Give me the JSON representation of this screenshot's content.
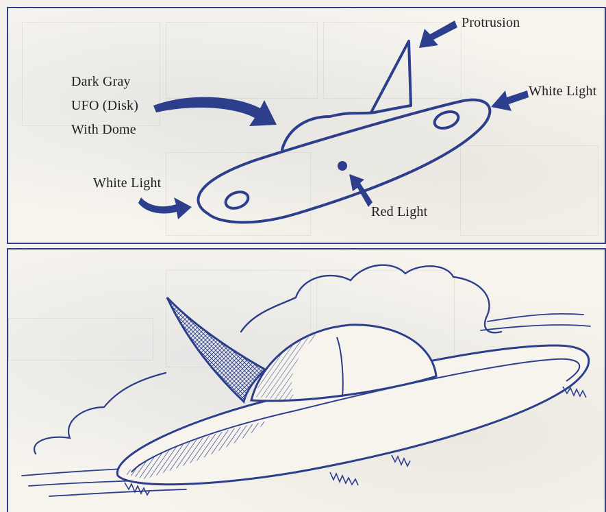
{
  "labels": {
    "protrusion": "Protrusion",
    "white_light_right": "White Light",
    "dark_gray": "Dark Gray",
    "ufo_disk": "UFO (Disk)",
    "with_dome": "With Dome",
    "white_light_left": "White Light",
    "red_light": "Red Light"
  },
  "colors": {
    "ink": "#2c3e8c",
    "border": "#2c3e8c",
    "paper": "#f7f4ee"
  }
}
